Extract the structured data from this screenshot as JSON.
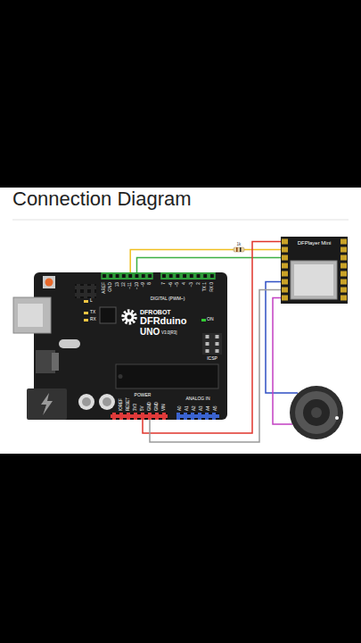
{
  "diagram": {
    "title": "Connection Diagram",
    "nodes": [
      {
        "text": [
          "DFROBOT",
          "DFRduino",
          "UNO",
          "V3.0[R3]"
        ]
      },
      {
        "text": [
          "DFPlayer Mini"
        ]
      }
    ],
    "edges": [
      {
        "from": 0,
        "to": 1,
        "arrow": "none"
      },
      {
        "from": 0,
        "to": 1,
        "arrow": "none"
      },
      {
        "from": 0,
        "to": 1,
        "arrow": "none"
      },
      {
        "from": 0,
        "to": 1,
        "arrow": "none"
      }
    ],
    "labels": [
      "AREF",
      "GND",
      "13",
      "12",
      "~11",
      "~10",
      "~9",
      "8",
      "7",
      "~6",
      "~5",
      "4",
      "~3",
      "2",
      "TX 1",
      "RX 0",
      "DIGITAL (PWM~)",
      "L",
      "TX",
      "RX",
      "ON",
      "ICSP",
      "IOREF",
      "RESET",
      "3V3",
      "5V",
      "GND",
      "GND",
      "VIN",
      "POWER",
      "ANALOG IN",
      "A0",
      "A1",
      "A2",
      "A3",
      "A4",
      "A5",
      "1k"
    ]
  }
}
